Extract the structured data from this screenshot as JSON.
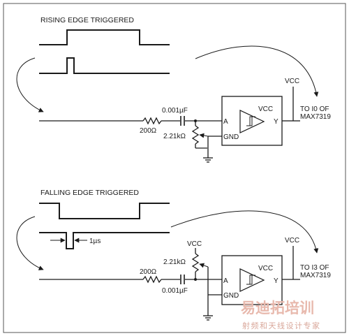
{
  "top": {
    "title": "RISING EDGE TRIGGERED",
    "cap": "0.001µF",
    "res_series": "200Ω",
    "res_pot": "2.21kΩ",
    "vcc_pin": "VCC",
    "vcc_out": "VCC",
    "pin_a": "A",
    "pin_gnd": "GND",
    "pin_y": "Y",
    "dest_line1": "TO I0 OF",
    "dest_line2": "MAX7319"
  },
  "bottom": {
    "title": "FALLING EDGE TRIGGERED",
    "pulse_width": "1µs",
    "vcc_pullup": "VCC",
    "res_pullup": "2.21kΩ",
    "res_series": "200Ω",
    "cap": "0.001µF",
    "vcc_pin": "VCC",
    "vcc_out": "VCC",
    "pin_a": "A",
    "pin_gnd": "GND",
    "pin_y": "Y",
    "dest_line1": "TO I3 OF",
    "dest_line2": "MAX7319"
  },
  "watermark": {
    "line1": "易迪拓培训",
    "line2": "射频和天线设计专家"
  }
}
